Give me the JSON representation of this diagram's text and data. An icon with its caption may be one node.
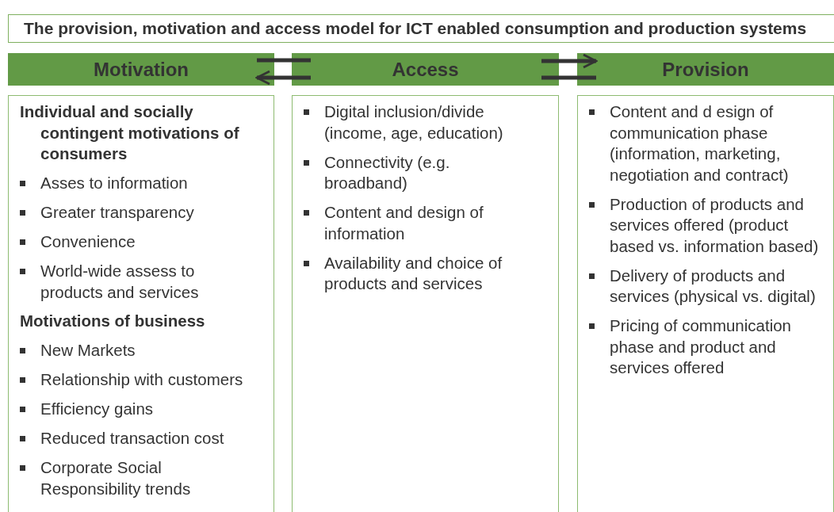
{
  "diagram": {
    "title": "The provision, motivation and access model for ICT enabled consumption and production systems",
    "nodes": [
      {
        "text": [
          "Motivation"
        ]
      },
      {
        "text": [
          "Access"
        ]
      },
      {
        "text": [
          "Provision"
        ]
      },
      {
        "text": [
          "Individual and socially contingent motivations of consumers",
          "Asses to information",
          "Greater transparency",
          "Convenience",
          "World-wide assess to products and services",
          "Motivations of business",
          "New Markets",
          "Relationship with customers",
          "Efficiency gains",
          "Reduced transaction cost",
          "Corporate Social Responsibility trends"
        ]
      },
      {
        "text": [
          "Digital inclusion/divide (income, age, education)",
          "Connectivity (e.g. broadband)",
          "Content and design of information",
          "Availability and choice of products and services"
        ]
      },
      {
        "text": [
          "Content and d esign of communication phase (information, marketing, negotiation and contract)",
          "Production of products and services offered (product based vs. information based)",
          "Delivery of products and services (physical vs. digital)",
          "Pricing of communication phase and product and services offered"
        ]
      }
    ],
    "edges": [
      {
        "from": 0,
        "to": 1,
        "arrow": "none"
      },
      {
        "from": 1,
        "to": 0,
        "arrow": "to"
      },
      {
        "from": 1,
        "to": 2,
        "arrow": "to"
      },
      {
        "from": 2,
        "to": 1,
        "arrow": "none"
      }
    ]
  }
}
